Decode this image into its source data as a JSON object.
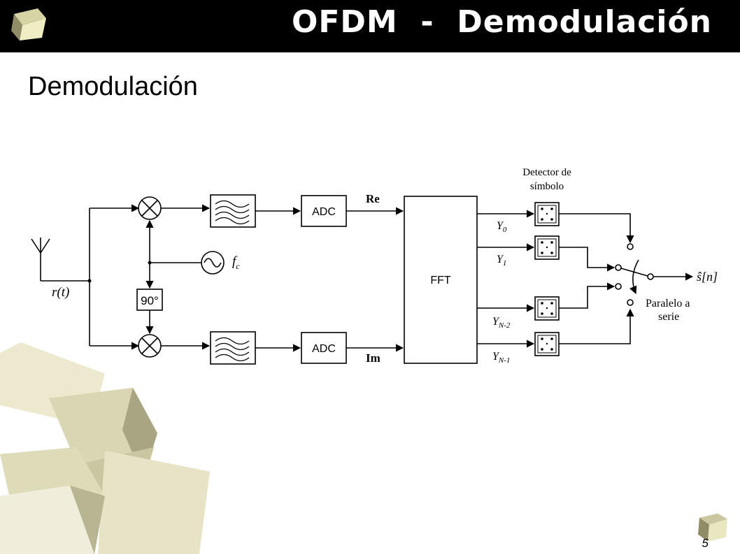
{
  "slide": {
    "title": "OFDM  -  Demodulación",
    "subtitle": "Demodulación",
    "page_number": "5"
  },
  "diagram": {
    "input_signal": "r(t)",
    "phase_shift": "90°",
    "oscillator": "f",
    "oscillator_sub": "c",
    "adc_top": "ADC",
    "adc_bottom": "ADC",
    "real_label": "Re",
    "imag_label": "Im",
    "fft": "FFT",
    "outputs": [
      {
        "main": "Y",
        "sub": "0"
      },
      {
        "main": "Y",
        "sub": "1"
      },
      {
        "main": "Y",
        "sub": "N-2"
      },
      {
        "main": "Y",
        "sub": "N-1"
      }
    ],
    "detector_title_1": "Detector de",
    "detector_title_2": "símbolo",
    "output_signal": "ŝ[n]",
    "p2s_line1": "Paralelo a",
    "p2s_line2": "serie"
  },
  "colors": {
    "title_bar": "#000000",
    "title_text": "#ffffff",
    "cube_face": "#e9e6b8",
    "cube_side": "#a9a67c"
  }
}
